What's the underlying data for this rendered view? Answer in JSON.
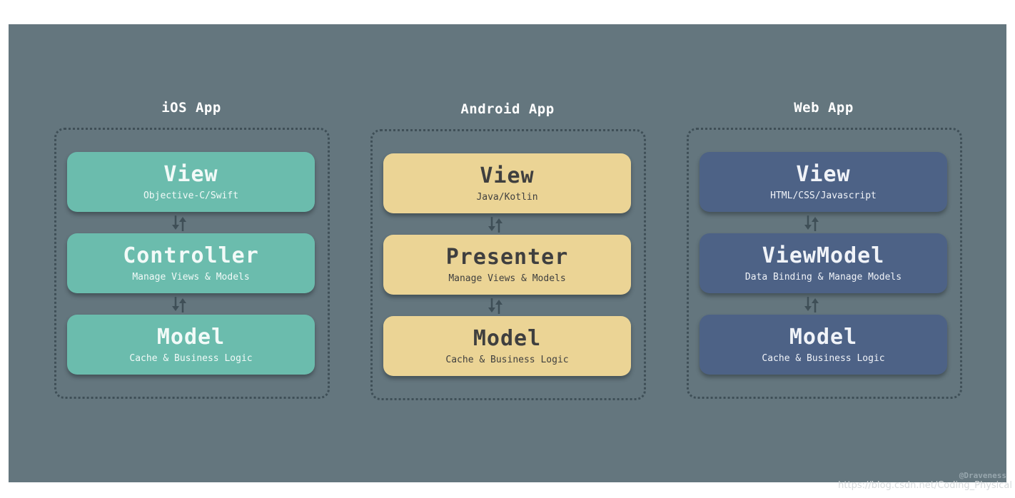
{
  "colors": {
    "background": "#64767e",
    "frame_dots": "#3f4f57",
    "arrow": "#3f4f57",
    "ios_box": "#6bbcad",
    "ios_text": "#f2faf8",
    "android_box": "#ebd495",
    "android_text": "#3f3f3f",
    "web_box": "#4d6286",
    "web_text": "#f0f3f8"
  },
  "columns": [
    {
      "title": "iOS App",
      "layers": [
        {
          "name": "View",
          "desc": "Objective-C/Swift"
        },
        {
          "name": "Controller",
          "desc": "Manage Views & Models"
        },
        {
          "name": "Model",
          "desc": "Cache & Business Logic"
        }
      ]
    },
    {
      "title": "Android App",
      "layers": [
        {
          "name": "View",
          "desc": "Java/Kotlin"
        },
        {
          "name": "Presenter",
          "desc": "Manage Views & Models"
        },
        {
          "name": "Model",
          "desc": "Cache & Business Logic"
        }
      ]
    },
    {
      "title": "Web App",
      "layers": [
        {
          "name": "View",
          "desc": "HTML/CSS/Javascript"
        },
        {
          "name": "ViewModel",
          "desc": "Data Binding & Manage Models"
        },
        {
          "name": "Model",
          "desc": "Cache & Business Logic"
        }
      ]
    }
  ],
  "watermark": {
    "author": "@Draveness",
    "url": "https://blog.csdn.net/Coding_Physical"
  }
}
